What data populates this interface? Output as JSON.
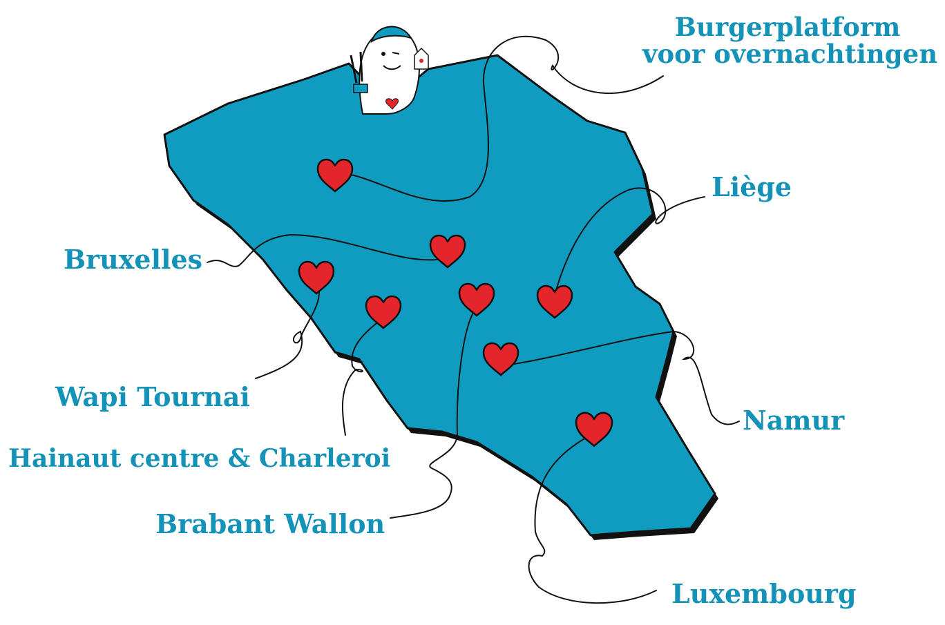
{
  "map": {
    "colors": {
      "land": "#0f9cc0",
      "outline": "#111111",
      "heart": "#e3262b",
      "label": "#1592b8"
    },
    "labels": {
      "burgerplatform_line1": "Burgerplatform",
      "burgerplatform_line2": "voor overnachtingen",
      "liege": "Liège",
      "bruxelles": "Bruxelles",
      "wapi_tournai": "Wapi Tournai",
      "namur": "Namur",
      "hainaut_charleroi": "Hainaut centre & Charleroi",
      "brabant_wallon": "Brabant Wallon",
      "luxembourg": "Luxembourg"
    },
    "icons": {
      "mascot": "peace-sign-mascot-icon",
      "marker": "heart-icon"
    }
  }
}
